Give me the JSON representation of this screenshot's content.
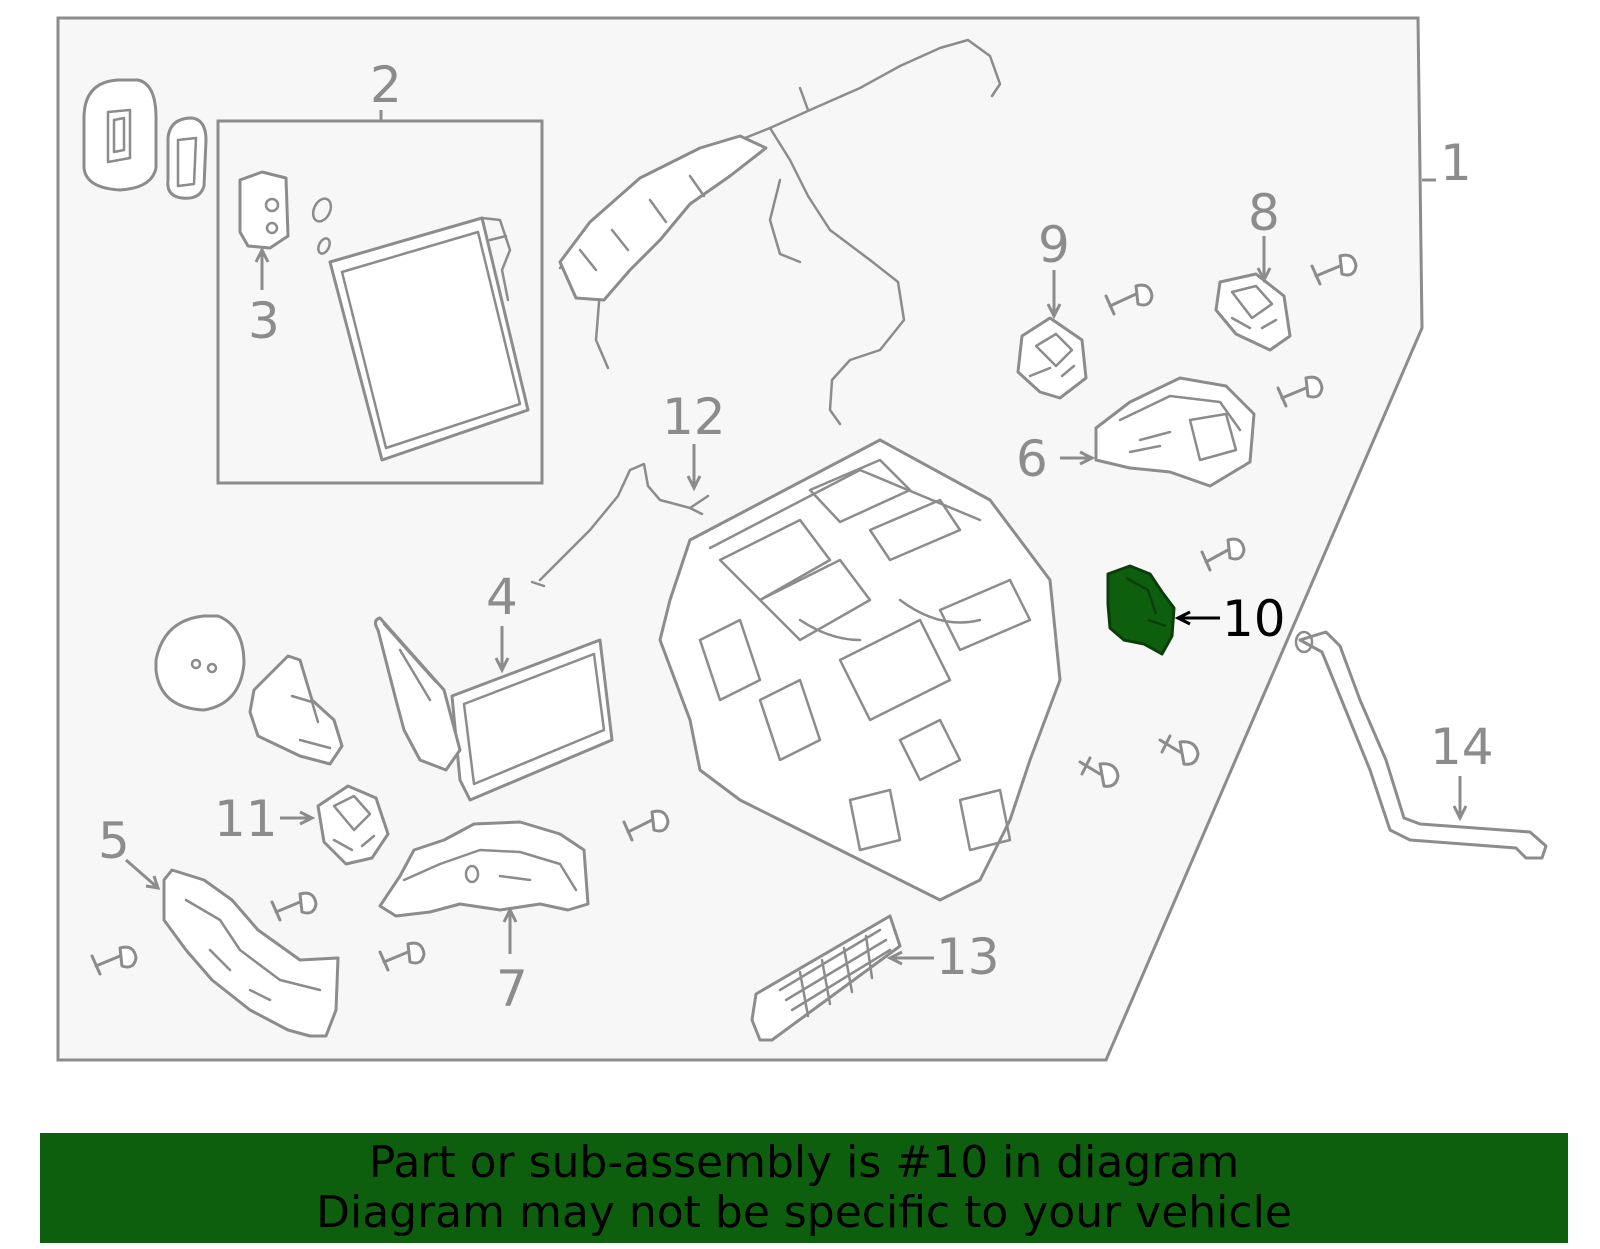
{
  "colors": {
    "highlight": "#0d5f0d",
    "banner": "#0d5f0d",
    "line_gray": "#8c8c8c",
    "panel_fill": "#f7f7f7"
  },
  "callouts": {
    "c1": "1",
    "c2": "2",
    "c3": "3",
    "c4": "4",
    "c5": "5",
    "c6": "6",
    "c7": "7",
    "c8": "8",
    "c9": "9",
    "c10": "10",
    "c11": "11",
    "c12": "12",
    "c13": "13",
    "c14": "14"
  },
  "highlighted_part": "10",
  "banner": {
    "line1": "Part or sub-assembly is #10 in diagram",
    "line2": "Diagram may not be specific to your vehicle"
  }
}
